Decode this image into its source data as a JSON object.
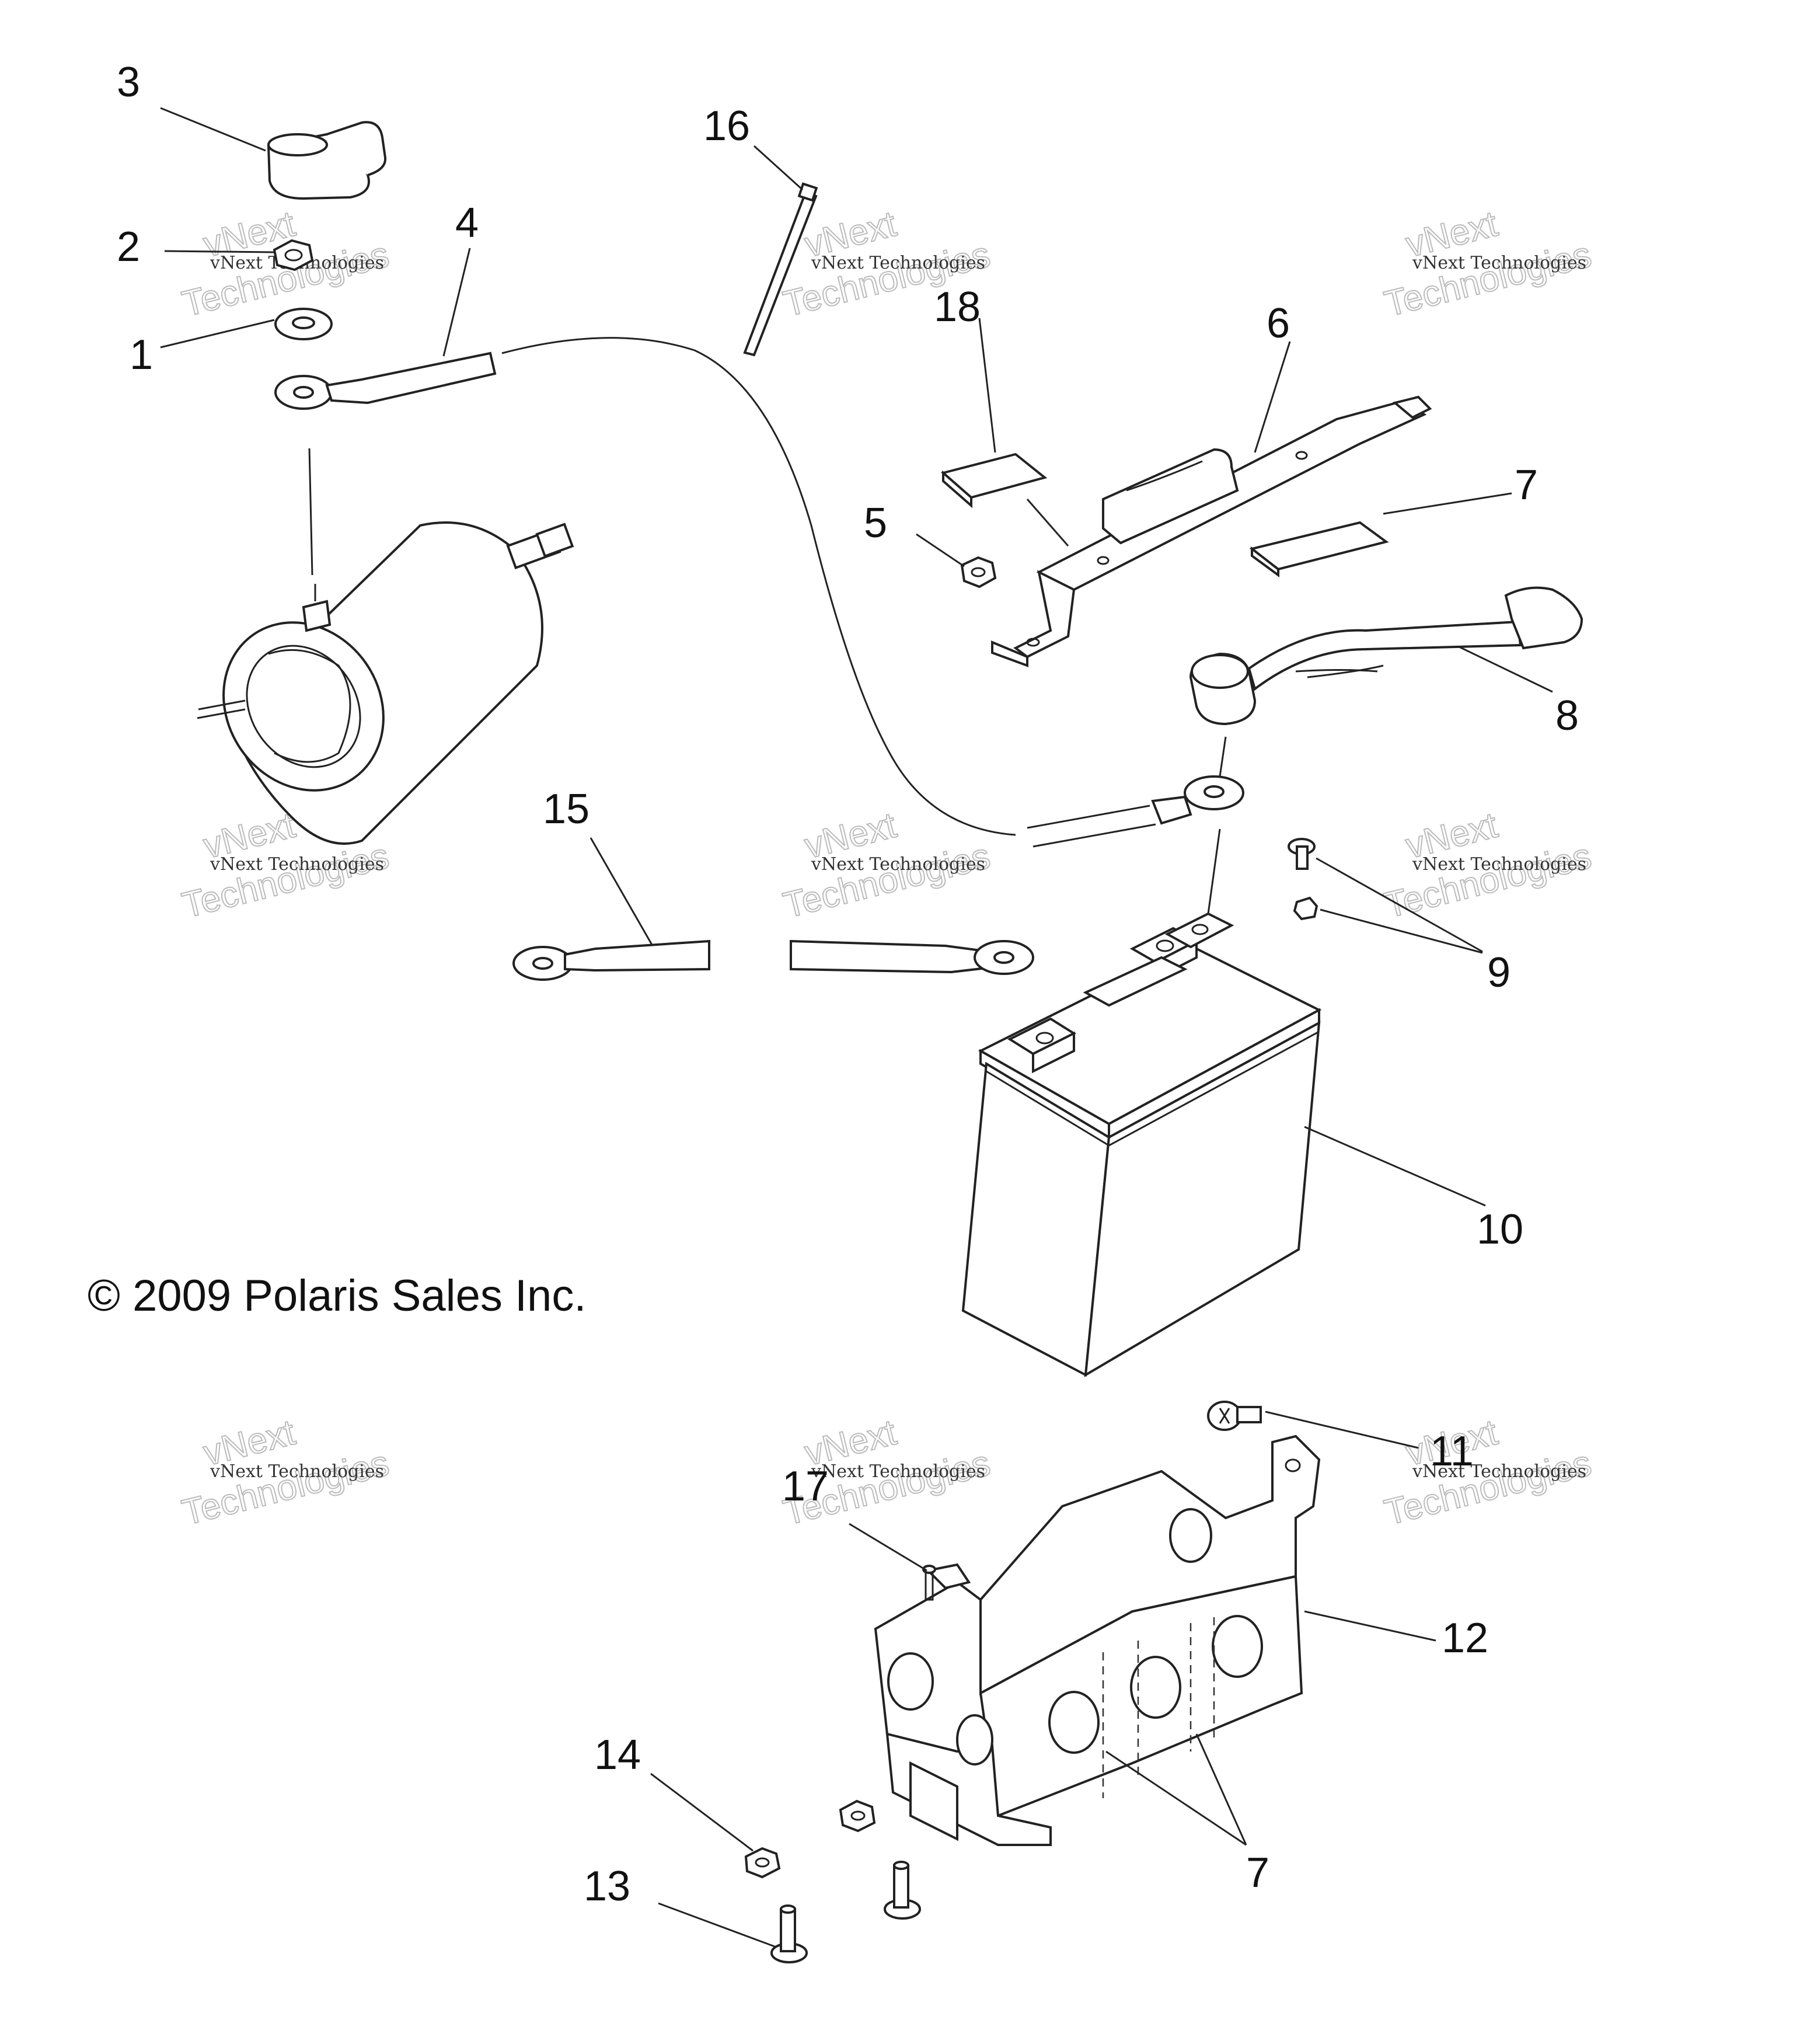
{
  "copyright": "© 2009 Polaris Sales Inc.",
  "watermark": {
    "line1": "vNext Technologies",
    "line2": "vNext",
    "line3": "Technologies"
  },
  "callouts": {
    "c1": "1",
    "c2": "2",
    "c3": "3",
    "c4": "4",
    "c5": "5",
    "c6": "6",
    "c7a": "7",
    "c7b": "7",
    "c8": "8",
    "c9": "9",
    "c10": "10",
    "c11": "11",
    "c12": "12",
    "c13": "13",
    "c14": "14",
    "c15": "15",
    "c16": "16",
    "c17": "17",
    "c18": "18"
  }
}
